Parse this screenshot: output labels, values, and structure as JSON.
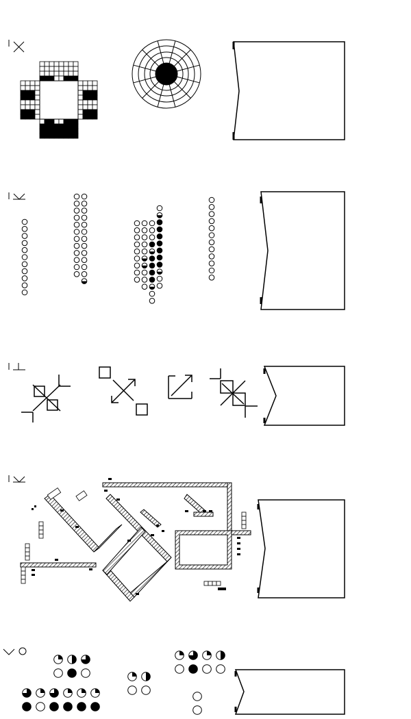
{
  "figure": {
    "rows": [
      {
        "id": "row-1"
      },
      {
        "id": "row-2"
      },
      {
        "id": "row-3"
      },
      {
        "id": "row-4"
      },
      {
        "id": "row-5"
      }
    ]
  },
  "colors": {
    "ink": "#000000",
    "paper": "#ffffff",
    "hatch": "#000000"
  }
}
